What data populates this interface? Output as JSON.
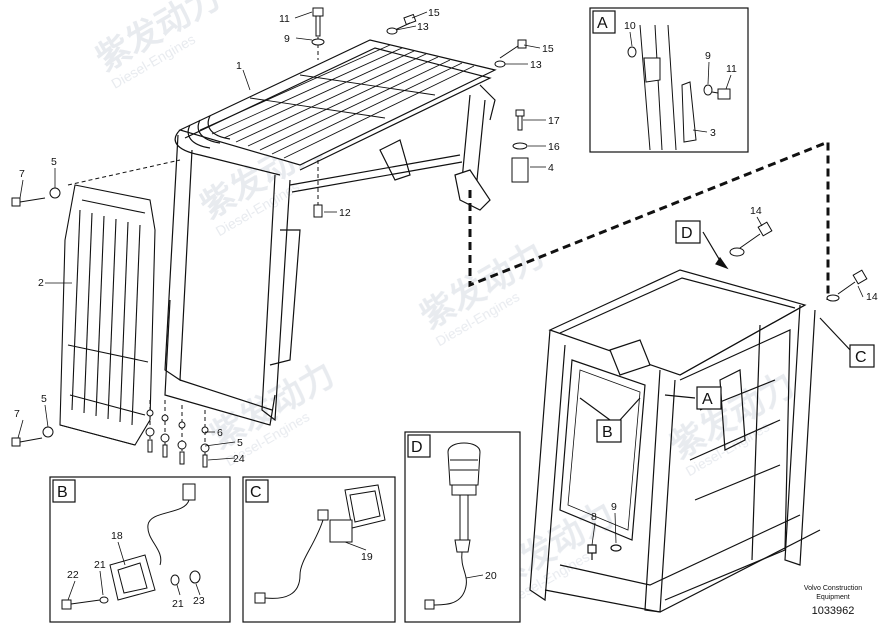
{
  "watermark": {
    "brand_cn": "紫发动力",
    "brand_en": "Diesel-Engines"
  },
  "callout_numbers": {
    "n1": "1",
    "n2": "2",
    "n3": "3",
    "n4": "4",
    "n5": "5",
    "n6": "6",
    "n7": "7",
    "n8": "8",
    "n9": "9",
    "n10": "10",
    "n11": "11",
    "n12": "12",
    "n13": "13",
    "n14": "14",
    "n15": "15",
    "n16": "16",
    "n17": "17",
    "n18": "18",
    "n19": "19",
    "n20": "20",
    "n21": "21",
    "n22": "22",
    "n23": "23",
    "n24": "24"
  },
  "detail_boxes": {
    "a": "A",
    "b": "B",
    "c": "C",
    "d": "D"
  },
  "cab_view_labels": {
    "a": "A",
    "b": "B",
    "c": "C",
    "d": "D"
  },
  "footer": {
    "company_line1": "Volvo Construction",
    "company_line2": "Equipment",
    "drawing_number": "1033962"
  }
}
